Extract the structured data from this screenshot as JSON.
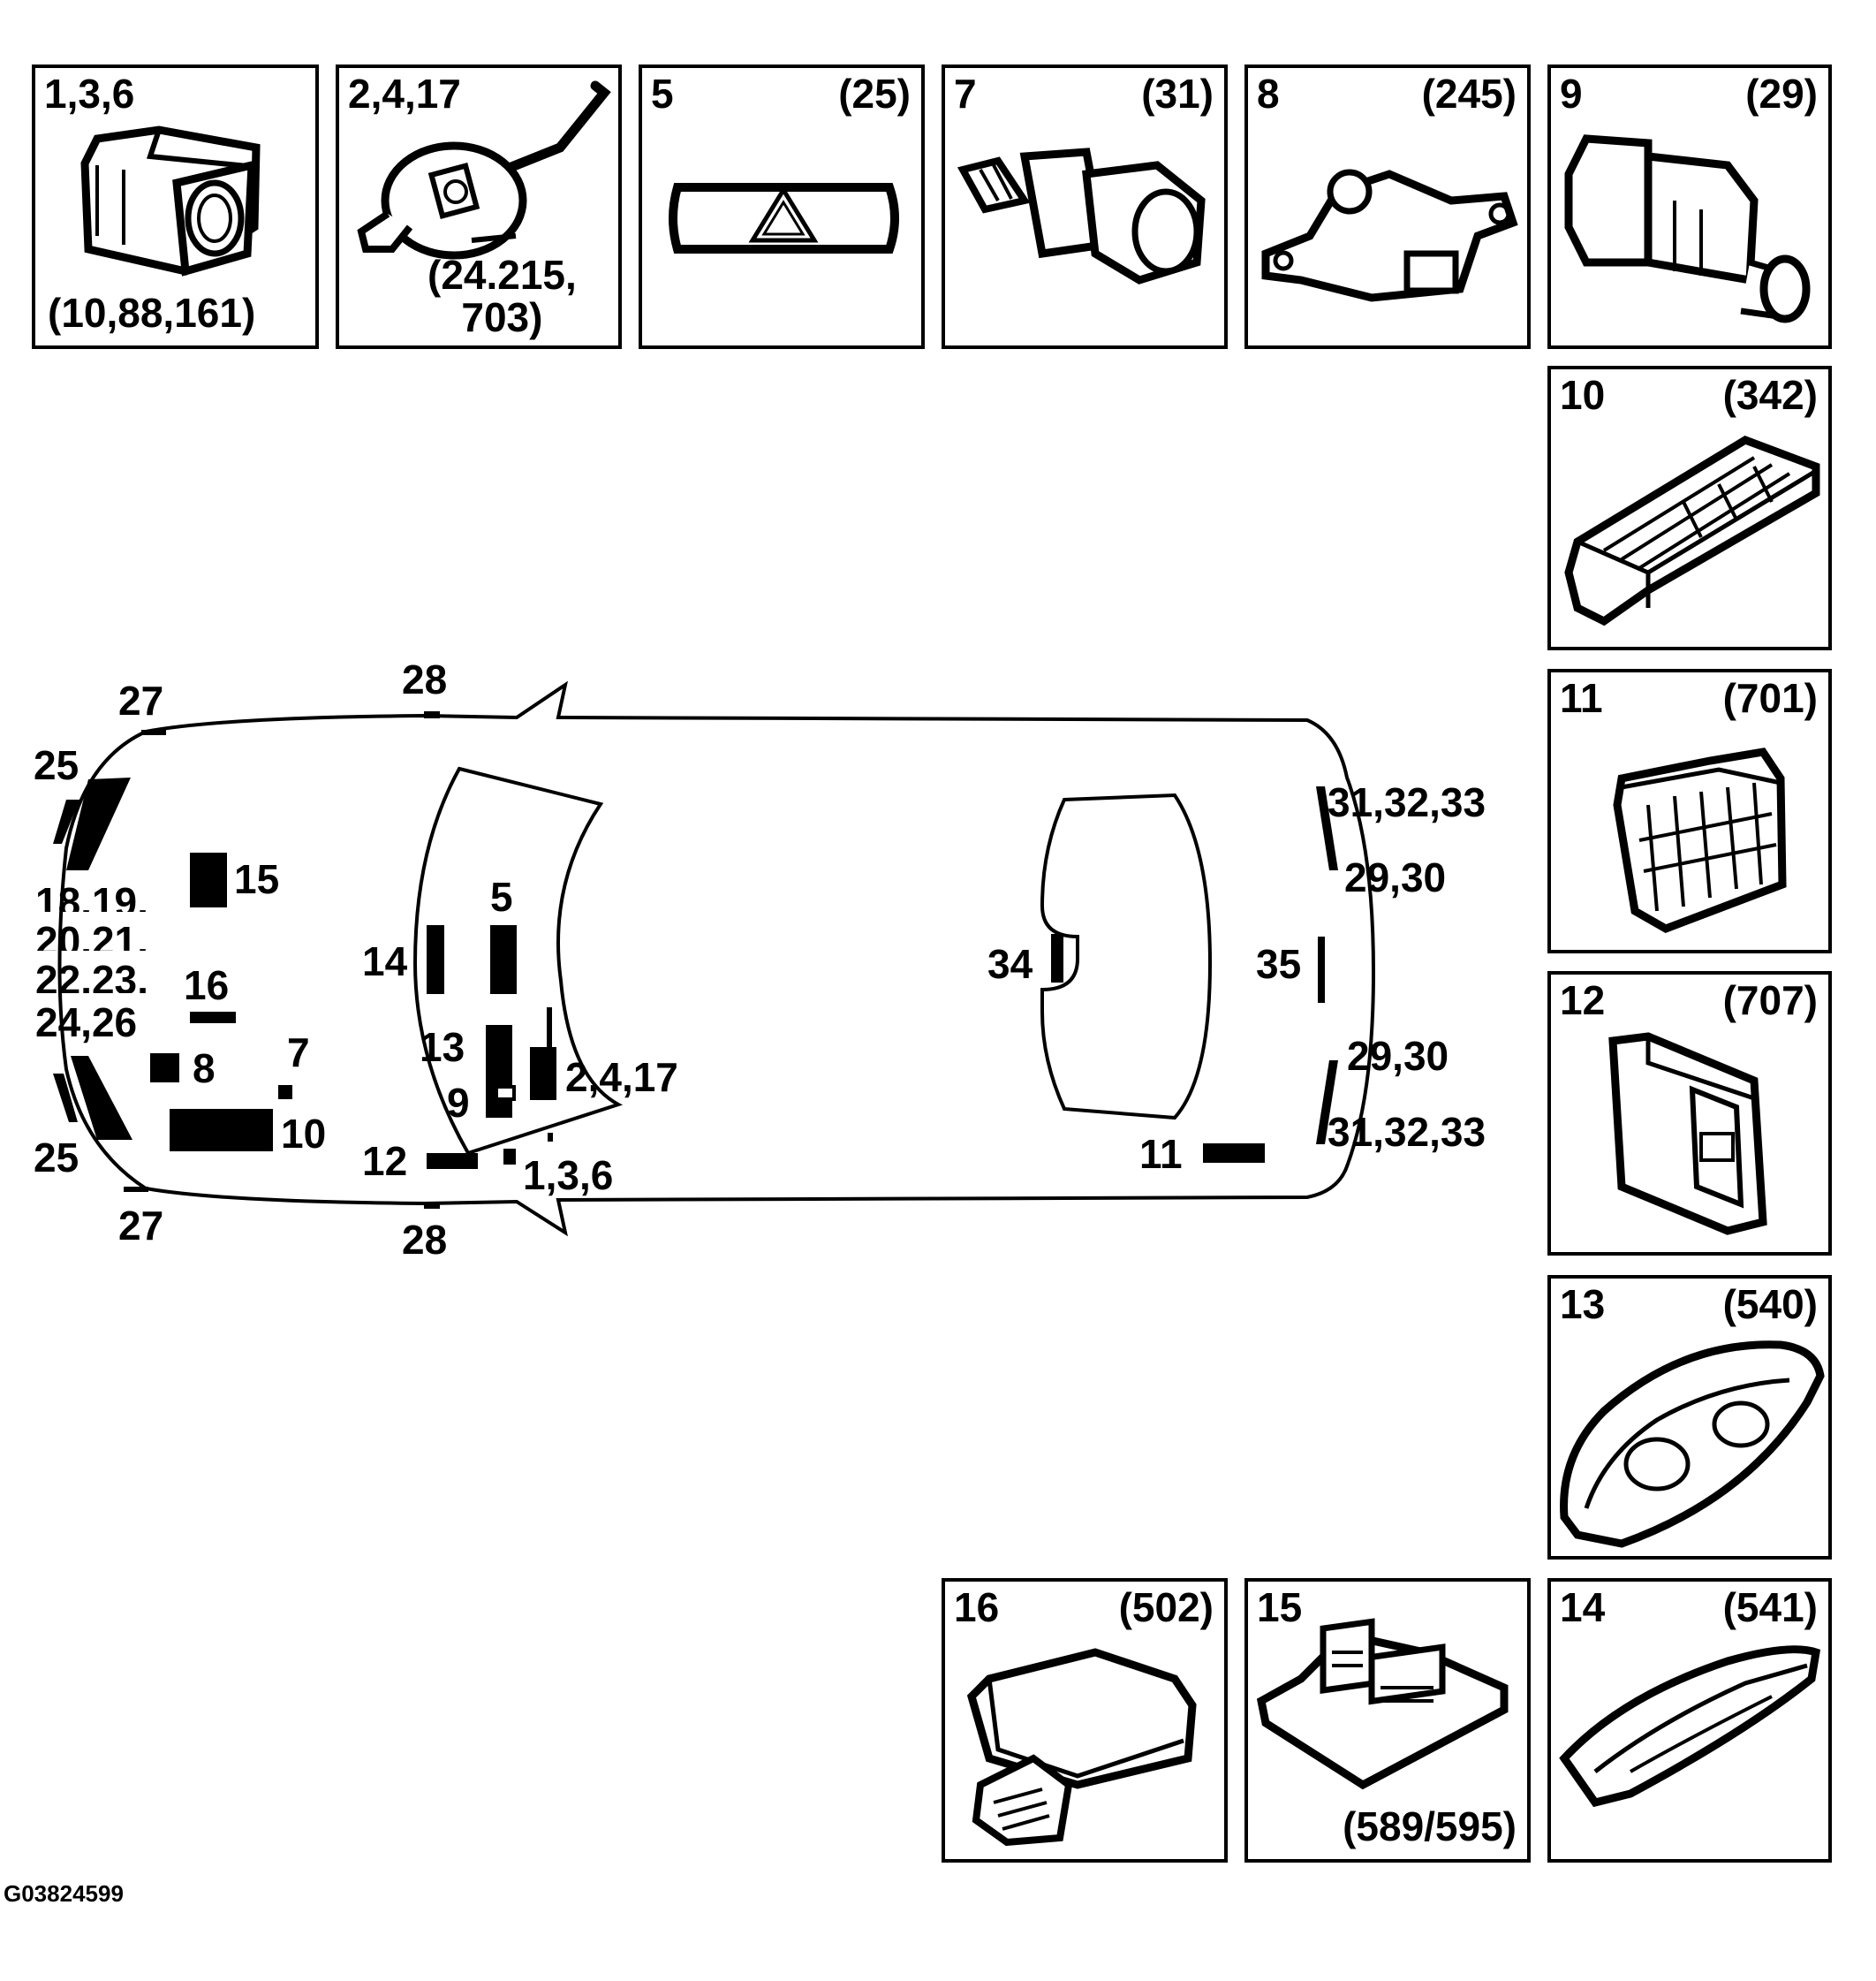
{
  "panels": [
    {
      "key": "p1",
      "id": "1,3,6",
      "ref": "",
      "note": "(10,88,161)",
      "icon": "hazard-switch-housing"
    },
    {
      "key": "p2",
      "id": "2,4,17",
      "ref": "",
      "note": "(24.215,\n703)",
      "icon": "steering-column-switch"
    },
    {
      "key": "p3",
      "id": "5",
      "ref": "(25)",
      "note": "",
      "icon": "warning-triangle-switch"
    },
    {
      "key": "p4",
      "id": "7",
      "ref": "(31)",
      "note": "",
      "icon": "temperature-sensor"
    },
    {
      "key": "p5",
      "id": "8",
      "ref": "(245)",
      "note": "",
      "icon": "gear-position-sensor"
    },
    {
      "key": "p6",
      "id": "9",
      "ref": "(29)",
      "note": "",
      "icon": "ignition-switch"
    },
    {
      "key": "p7",
      "id": "10",
      "ref": "(342)",
      "note": "",
      "icon": "fuse-relay-box"
    },
    {
      "key": "p8",
      "id": "11",
      "ref": "(701)",
      "note": "",
      "icon": "central-electronic-module"
    },
    {
      "key": "p9",
      "id": "12",
      "ref": "(707)",
      "note": "",
      "icon": "control-module-box"
    },
    {
      "key": "p10",
      "id": "13",
      "ref": "(540)",
      "note": "",
      "icon": "instrument-cluster"
    },
    {
      "key": "p11",
      "id": "16",
      "ref": "(502)",
      "note": "",
      "icon": "control-unit"
    },
    {
      "key": "p12",
      "id": "15",
      "ref": "(589/595)",
      "note": "",
      "icon": "engine-control-module"
    },
    {
      "key": "p13",
      "id": "14",
      "ref": "(541)",
      "note": "",
      "icon": "display-panel"
    }
  ],
  "car_labels": {
    "l27t": "27",
    "l28t": "28",
    "l25t": "25",
    "l15": "15",
    "l18": "18,19,",
    "l20": "20,21,",
    "l22": "22,23,",
    "l16": "16",
    "l24": "24,26",
    "l8": "8",
    "l7": "7",
    "l10": "10",
    "l25b": "25",
    "l27b": "27",
    "l28b": "28",
    "l14": "14",
    "l5": "5",
    "l13": "13",
    "l9": "9",
    "l2417": "2,4,17",
    "l12": "12",
    "l136": "1,3,6",
    "l34": "34",
    "l35": "35",
    "l11": "11",
    "l313233t": "31,32,33",
    "l2930t": "29,30",
    "l2930b": "29,30",
    "l313233b": "31,32,33"
  },
  "figure_id": "G03824599"
}
